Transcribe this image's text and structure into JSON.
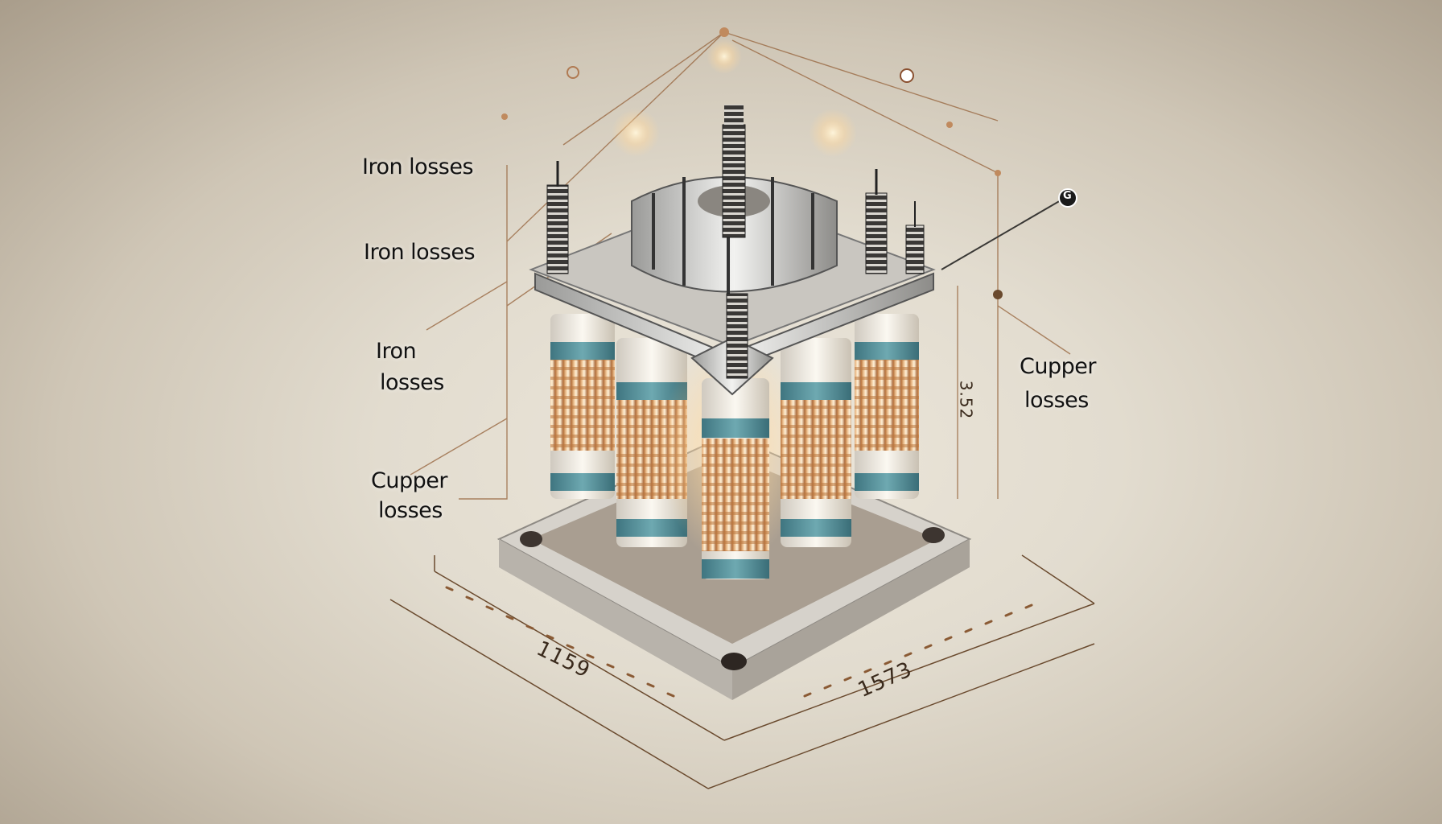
{
  "diagram": {
    "subject": "Three-phase transformer with core and coil windings",
    "labels": [
      {
        "id": "iron-losses-1",
        "text": "Iron losses"
      },
      {
        "id": "iron-losses-2",
        "text": "Iron losses"
      },
      {
        "id": "iron-losses-3-line1",
        "text": "Iron"
      },
      {
        "id": "iron-losses-3-line2",
        "text": "losses"
      },
      {
        "id": "cupper-losses-left-line1",
        "text": "Cupper"
      },
      {
        "id": "cupper-losses-left-line2",
        "text": "losses"
      },
      {
        "id": "cupper-losses-right-line1",
        "text": "Cupper"
      },
      {
        "id": "cupper-losses-right-line2",
        "text": "losses"
      }
    ],
    "dimensions": {
      "left_base": "1159",
      "right_base": "1573",
      "vertical": "3.52"
    },
    "callout_marker": "G",
    "colors": {
      "background": "#e2dccf",
      "copper": "#c98a4e",
      "teal_band": "#4f8f98",
      "metal": "#d8d8d6",
      "leader_line": "#9a6a44"
    }
  }
}
